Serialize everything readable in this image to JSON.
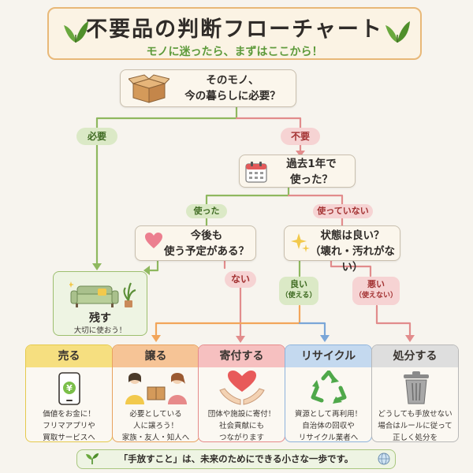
{
  "title": "不要品の判断フローチャート",
  "subtitle": "モノに迷ったら、まずはここから！",
  "q1": {
    "line1": "そのモノ、",
    "line2": "今の暮らしに必要？"
  },
  "branch_needed": "必要",
  "branch_unneeded": "不要",
  "q2": {
    "line1": "過去1年で",
    "line2": "使った？"
  },
  "branch_used": "使った",
  "branch_unused": "使っていない",
  "q3": {
    "line1": "今後も",
    "line2": "使う予定がある？"
  },
  "q4": {
    "line1": "状態は良い？",
    "line2": "（壊れ・汚れがない）"
  },
  "branch_no": "ない",
  "branch_good": {
    "line1": "良い",
    "line2": "（使える）"
  },
  "branch_bad": {
    "line1": "悪い",
    "line2": "（使えない）"
  },
  "keep": {
    "title": "残す",
    "subtitle": "大切に使おう！"
  },
  "cards": [
    {
      "title": "売る",
      "lines": [
        "価値をお金に！",
        "フリマアプリや",
        "買取サービスへ"
      ],
      "color": "#f3d86a"
    },
    {
      "title": "譲る",
      "lines": [
        "必要としている",
        "人に譲ろう！",
        "家族・友人・知人へ"
      ],
      "color": "#f2b27a"
    },
    {
      "title": "寄付する",
      "lines": [
        "団体や施設に寄付！",
        "社会貢献にも",
        "つながります"
      ],
      "color": "#f0a3a3"
    },
    {
      "title": "リサイクル",
      "lines": [
        "資源として再利用！",
        "自治体の回収や",
        "リサイクル業者へ"
      ],
      "color": "#a9c6e8"
    },
    {
      "title": "処分する",
      "lines": [
        "どうしても手放せない",
        "場合はルールに従って",
        "正しく処分を"
      ],
      "color": "#cfcfcf"
    }
  ],
  "footer": "「手放すこと」は、未来のためにできる小さな一歩です。"
}
